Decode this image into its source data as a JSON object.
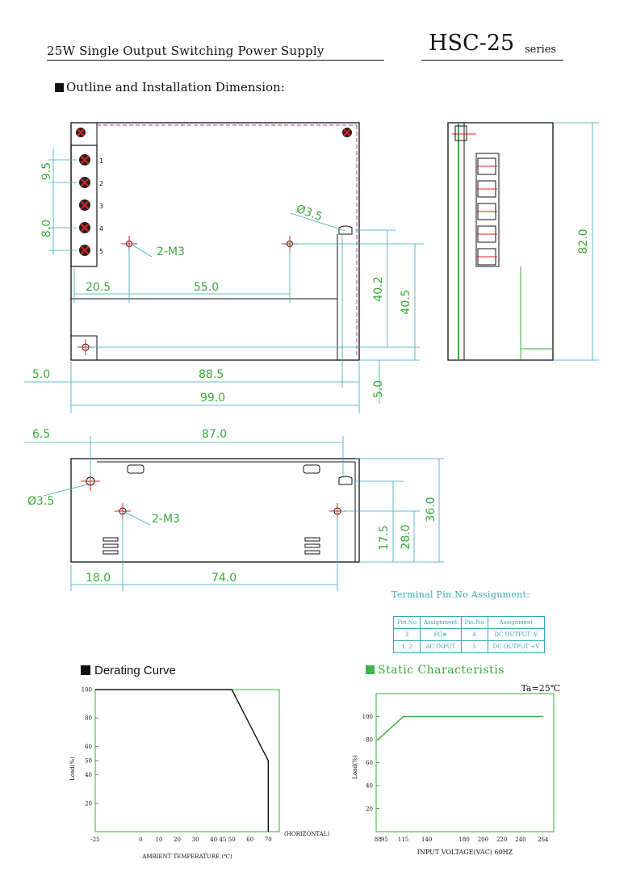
{
  "header": {
    "title": "25W Single Output Switching Power Supply",
    "model": "HSC-25",
    "series": "series"
  },
  "outline": {
    "heading": "Outline and Installation Dimension:",
    "top_view": {
      "pins": [
        "1",
        "2",
        "3",
        "4",
        "5"
      ],
      "dims": {
        "pitch_a": "9.5",
        "pitch_b": "8.0",
        "hole_dia": "Ø3.5",
        "thread": "2-M3",
        "x1": "20.5",
        "x2": "55.0",
        "h1": "40.2",
        "h2": "40.5",
        "edge_l": "5.0",
        "inner_w": "88.5",
        "total_w": "99.0",
        "edge_r": "5.0"
      }
    },
    "side_view": {
      "height": "82.0"
    },
    "bottom_view": {
      "dims": {
        "off": "6.5",
        "span": "87.0",
        "hole_dia": "Ø3.5",
        "thread": "2-M3",
        "h1": "17.5",
        "h2": "28.0",
        "h3": "36.0",
        "x1": "18.0",
        "x2": "74.0"
      }
    }
  },
  "terminal": {
    "title": "Terminal Pin.No Assignment:",
    "headers": [
      "Pin.No",
      "Assignment",
      "Pin.No",
      "Assignment"
    ],
    "rows": [
      [
        "3",
        "FG⊕",
        "4",
        "DC OUTPUT -V"
      ],
      [
        "1, 2",
        "AC INPUT",
        "5",
        "DC OUTPUT +V"
      ]
    ]
  },
  "colors": {
    "dimension": "#3aa93a",
    "table": "#39a9b8",
    "hole": "#e02020",
    "frame": "#111111"
  },
  "chart_data": [
    {
      "type": "line",
      "title": "Derating Curve",
      "xlabel": "AMBIENT TEMPERATURE (℃)",
      "x_note": "(HORIZONTAL)",
      "ylabel": "Load(%)",
      "x_ticks": [
        "-25",
        "0",
        "10",
        "20",
        "30",
        "40",
        "45",
        "50",
        "60",
        "70"
      ],
      "y_ticks": [
        "20",
        "40",
        "50",
        "60",
        "80",
        "100"
      ],
      "series": [
        {
          "x": [
            -25,
            50,
            70,
            70
          ],
          "y": [
            100,
            100,
            50,
            0
          ]
        }
      ]
    },
    {
      "type": "line",
      "title": "Static Characteristis",
      "annotation": "Ta=25℃",
      "xlabel": "INPUT VOLTAGE(VAC)  60HZ",
      "ylabel": "Load(%)",
      "x_ticks": [
        "88",
        "95",
        "115",
        "140",
        "180",
        "200",
        "220",
        "240",
        "264"
      ],
      "y_ticks": [
        "20",
        "40",
        "60",
        "80",
        "100"
      ],
      "series": [
        {
          "x": [
            88,
            115,
            264
          ],
          "y": [
            80,
            100,
            100
          ]
        }
      ]
    }
  ]
}
